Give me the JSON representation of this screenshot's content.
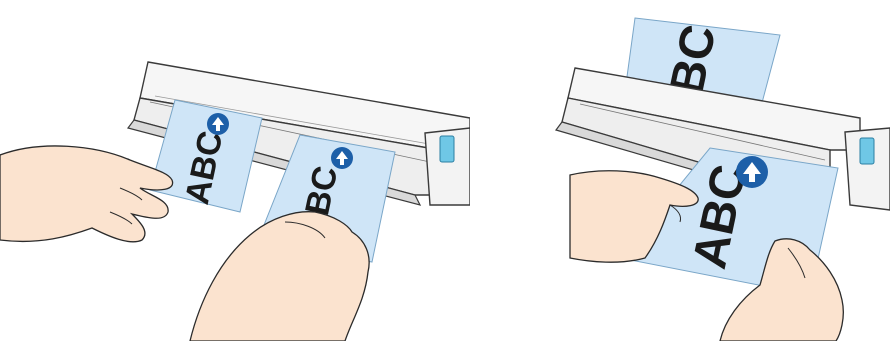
{
  "figure": {
    "left_scene": {
      "documents": [
        {
          "letters": "ABC"
        },
        {
          "letters": "ABC"
        }
      ]
    },
    "right_scene": {
      "output_document": {
        "letters": "ABC"
      },
      "input_document": {
        "letters": "ABC"
      }
    }
  },
  "colors": {
    "paper": "#cfe5f7",
    "paper_outline": "#7aa6c8",
    "arrow": "#1d5fa8",
    "skin": "#fbe3cf",
    "skin_outline": "#2b2b2b",
    "scanner_body": "#f4f4f4",
    "scanner_outline": "#3a3a3a",
    "indicator": "#6fc7e6"
  }
}
